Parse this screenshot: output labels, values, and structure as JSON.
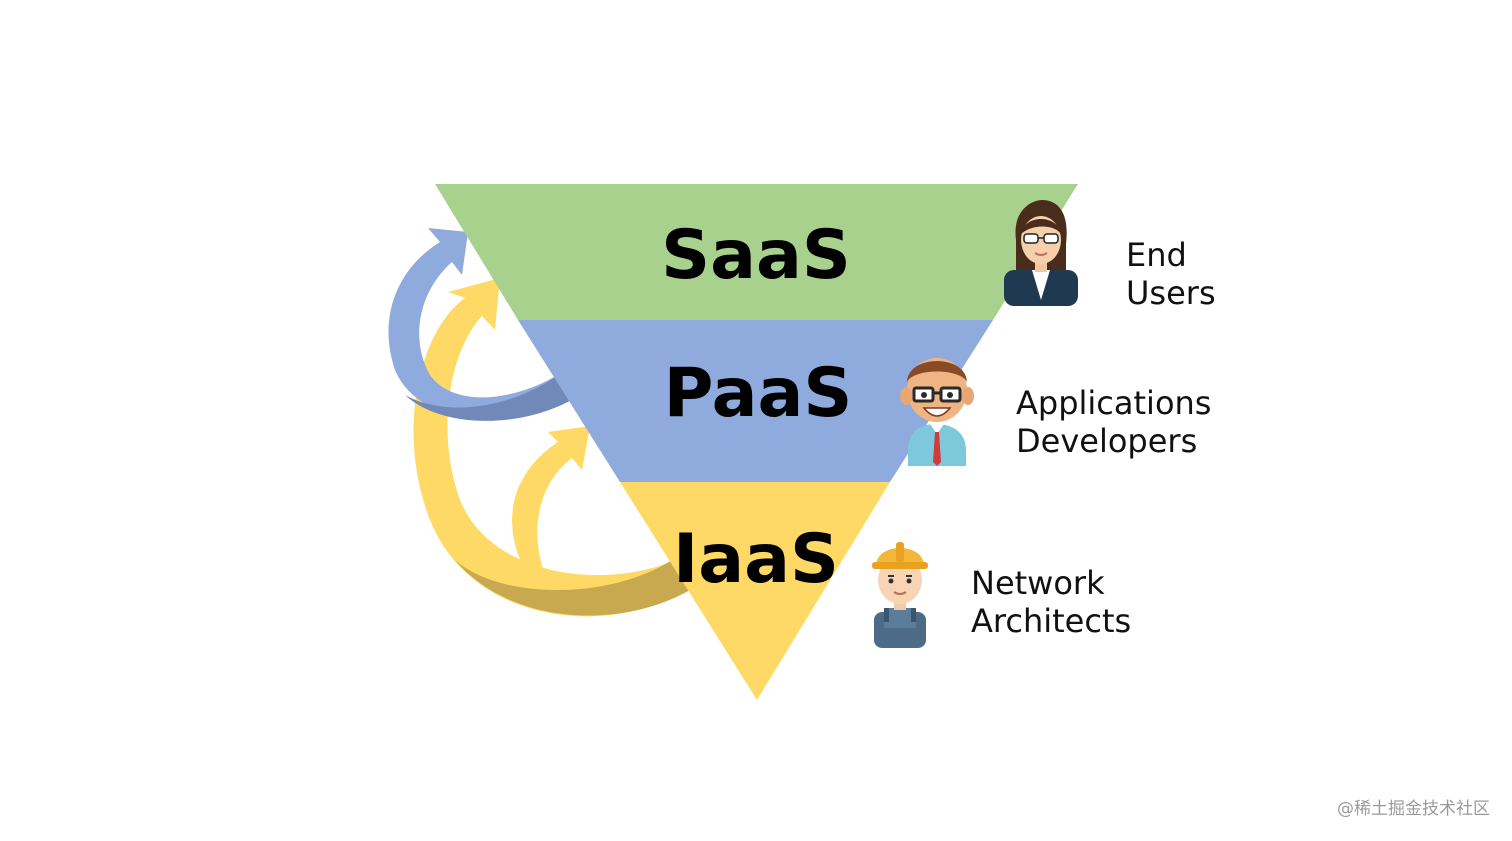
{
  "layers": [
    {
      "label": "SaaS",
      "color": "#a9d18e"
    },
    {
      "label": "PaaS",
      "color": "#8faadc"
    },
    {
      "label": "IaaS",
      "color": "#ffd966"
    }
  ],
  "roles": [
    {
      "line1": "End",
      "line2": "Users",
      "icon": "businesswoman-icon"
    },
    {
      "line1": "Applications",
      "line2": "Developers",
      "icon": "developer-icon"
    },
    {
      "line1": "Network",
      "line2": "Architects",
      "icon": "construction-worker-icon"
    }
  ],
  "arrows": {
    "blue": "#8faadc",
    "yellow": "#ffd966",
    "dark_yellow": "#c9a94f"
  },
  "watermark": "@稀土掘金技术社区"
}
